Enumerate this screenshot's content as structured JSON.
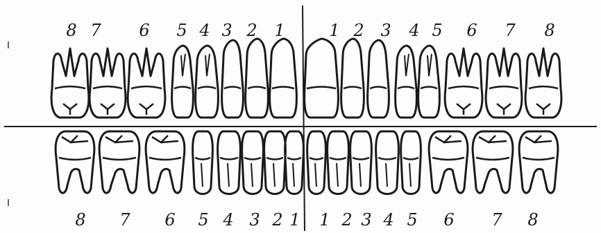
{
  "diagram": {
    "upper_labels": [
      "8",
      "7",
      "6",
      "5",
      "4",
      "3",
      "2",
      "1",
      "1",
      "2",
      "3",
      "4",
      "5",
      "6",
      "7",
      "8"
    ],
    "lower_labels": [
      "8",
      "7",
      "6",
      "5",
      "4",
      "3",
      "2",
      "1",
      "1",
      "2",
      "3",
      "4",
      "5",
      "6",
      "7",
      "8"
    ],
    "upper_teeth": [
      "molar",
      "molar",
      "molar",
      "premolar",
      "premolar",
      "canine",
      "incisor",
      "incisor",
      "incisor",
      "incisor",
      "canine",
      "premolar",
      "premolar",
      "molar",
      "molar",
      "molar"
    ],
    "lower_teeth": [
      "molar",
      "molar",
      "molar",
      "premolar",
      "premolar",
      "canine",
      "incisor",
      "incisor",
      "incisor",
      "incisor",
      "canine",
      "premolar",
      "premolar",
      "molar",
      "molar",
      "molar"
    ],
    "ink_color": "#1a1a1a",
    "paper_color": "#fdfdfb"
  }
}
